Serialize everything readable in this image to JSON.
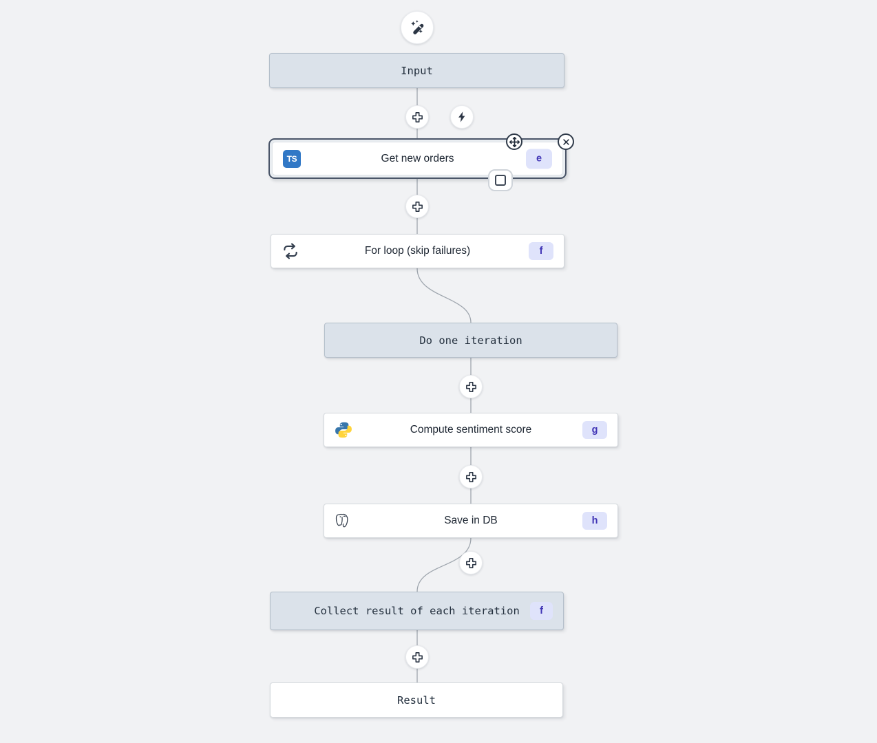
{
  "colors": {
    "canvas_bg": "#f1f2f4",
    "edge": "#9fa6ae",
    "virtual_node_bg": "#dbe2ea",
    "virtual_node_border": "#b4bfca",
    "node_border": "#d6dade",
    "selected_border": "#4a5568",
    "badge_bg": "#dfe3fb",
    "badge_text": "#4034b5",
    "icon_ink": "#2b3544",
    "ts_blue": "#3178c6",
    "python_blue": "#3776ab",
    "python_yellow": "#ffd43b"
  },
  "flow": {
    "input": {
      "label": "Input"
    },
    "get_new_orders": {
      "label": "Get new orders",
      "badge": "e",
      "lang_label": "TS"
    },
    "for_loop": {
      "label": "For loop (skip failures)",
      "badge": "f"
    },
    "do_one_iteration": {
      "label": "Do one iteration"
    },
    "compute_sentiment": {
      "label": "Compute sentiment score",
      "badge": "g"
    },
    "save_in_db": {
      "label": "Save in DB",
      "badge": "h"
    },
    "collect_result": {
      "label": "Collect result of each iteration",
      "badge": "f"
    },
    "result": {
      "label": "Result"
    }
  }
}
